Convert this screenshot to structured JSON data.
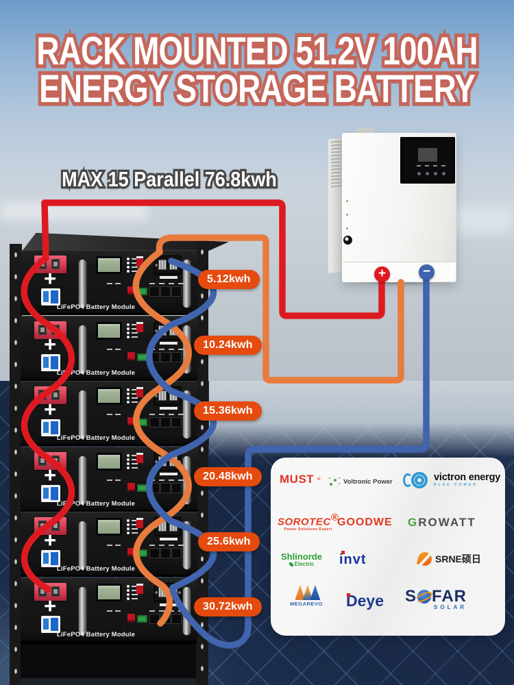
{
  "title": {
    "line1": "RACK MOUNTED 51.2V 100AH",
    "line2": "ENERGY STORAGE BATTERY"
  },
  "subtitle": "MAX 15 Parallel 76.8kwh",
  "battery": {
    "module_count": 6,
    "module_label": "LiFePO4 Battery Module",
    "plus_symbol": "+",
    "capacity_labels": [
      "5.12kwh",
      "10.24kwh",
      "15.36kwh",
      "20.48kwh",
      "25.6kwh",
      "30.72kwh"
    ]
  },
  "inverter": {
    "plus_symbol": "+",
    "minus_symbol": "−"
  },
  "brand_panel": {
    "brands": [
      {
        "name": "MUST",
        "reg": "®"
      },
      {
        "name": "Voltronic Power",
        "icon": "green-dots-swirl-icon"
      },
      {
        "name": "victron energy",
        "sub": "BLUE POWER",
        "icon": "blue-swirl-icon"
      },
      {
        "name": "SOROTEC",
        "reg": "®",
        "sub": "Power Solutions Expert"
      },
      {
        "name": "GOODWE"
      },
      {
        "name": "GROWATT"
      },
      {
        "name": "Shlinorde",
        "sub": "Electric",
        "icon": "leaf-icon"
      },
      {
        "name": "invt"
      },
      {
        "name": "SRNE硕日",
        "icon": "orange-swoosh-icon"
      },
      {
        "name": "MEGAREVO",
        "icon": "triple-peak-icon"
      },
      {
        "name": "Deye"
      },
      {
        "name": "SOFAR",
        "pre": "S",
        "post": "FAR",
        "sub": "SOLAR",
        "icon": "globe-icon"
      }
    ]
  },
  "colors": {
    "red_cable": "#de1a21",
    "orange_cable": "#e87b3e",
    "blue_cable": "#4065ae",
    "capacity_badge": "#e54a0e",
    "title_outline": "#c4665a"
  }
}
